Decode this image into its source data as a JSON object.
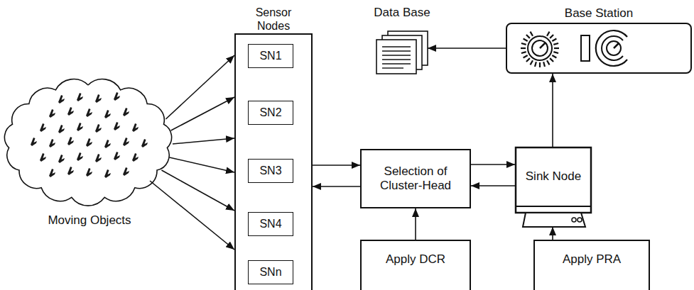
{
  "diagram": {
    "nodes": [
      {
        "text": [
          "Moving Objects"
        ]
      },
      {
        "text": [
          "Sensor Nodes"
        ]
      },
      {
        "text": [
          "SN1"
        ],
        "in": 1
      },
      {
        "text": [
          "SN2"
        ],
        "in": 1
      },
      {
        "text": [
          "SN3"
        ],
        "in": 1
      },
      {
        "text": [
          "SN4"
        ],
        "in": 1
      },
      {
        "text": [
          "SNn"
        ],
        "in": 1
      },
      {
        "text": [
          "Data Base"
        ]
      },
      {
        "text": [
          "Base Station"
        ]
      },
      {
        "text": [
          "Selection of Cluster-Head"
        ]
      },
      {
        "text": [
          "Sink Node"
        ]
      },
      {
        "text": [
          "Apply DCR"
        ]
      },
      {
        "text": [
          "Apply PRA"
        ]
      }
    ],
    "edges": [
      {
        "from": 0,
        "to": 1,
        "arrow": "to"
      },
      {
        "from": 0,
        "to": 1,
        "arrow": "to"
      },
      {
        "from": 0,
        "to": 1,
        "arrow": "to"
      },
      {
        "from": 0,
        "to": 1,
        "arrow": "to"
      },
      {
        "from": 0,
        "to": 1,
        "arrow": "to"
      },
      {
        "from": 0,
        "to": 1,
        "arrow": "to"
      },
      {
        "from": 1,
        "to": 9,
        "arrow": "to"
      },
      {
        "from": 9,
        "to": 1,
        "arrow": "to"
      },
      {
        "from": 9,
        "to": 10,
        "arrow": "to"
      },
      {
        "from": 10,
        "to": 9,
        "arrow": "to"
      },
      {
        "from": 11,
        "to": 9,
        "arrow": "to"
      },
      {
        "from": 12,
        "to": 10,
        "arrow": "to"
      },
      {
        "from": 10,
        "to": 8,
        "arrow": "to"
      },
      {
        "from": 8,
        "to": 7,
        "arrow": "to"
      }
    ]
  }
}
